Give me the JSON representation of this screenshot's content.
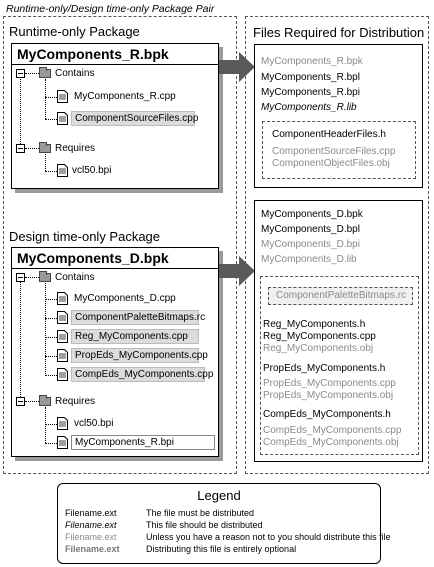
{
  "pair_caption": "Runtime-only/Design time-only Package Pair",
  "runtime": {
    "title": "Runtime-only Package",
    "package": "MyComponents_R.bpk",
    "contains_label": "Contains",
    "contains": [
      "MyComponents_R.cpp",
      "ComponentSourceFiles.cpp"
    ],
    "requires_label": "Requires",
    "requires": [
      "vcl50.bpi"
    ]
  },
  "design": {
    "title": "Design time-only Package",
    "package": "MyComponents_D.bpk",
    "contains_label": "Contains",
    "contains": [
      "MyComponents_D.cpp",
      "ComponentPaletteBitmaps.rc",
      "Reg_MyComponents.cpp",
      "PropEds_MyComponents.cpp",
      "CompEds_MyComponents.cpp"
    ],
    "requires_label": "Requires",
    "requires": [
      "vcl50.bpi",
      "MyComponents_R.bpi"
    ]
  },
  "distribution": {
    "title": "Files Required for Distribution",
    "runtime_files": [
      "MyComponents_R.bpk",
      "MyComponents_R.bpl",
      "MyComponents_R.bpi",
      "MyComponents_R.lib"
    ],
    "runtime_group": [
      "ComponentHeaderFiles.h",
      "ComponentSourceFiles.cpp",
      "ComponentObjectFiles.obj"
    ],
    "design_files": [
      "MyComponents_D.bpk",
      "MyComponents_D.bpl",
      "MyComponents_D.bpi",
      "MyComponents_D.lib"
    ],
    "design_palette": "ComponentPaletteBitmaps.rc",
    "reg": [
      "Reg_MyComponents.h",
      "Reg_MyComponents.cpp",
      "Reg_MyComponents.obj"
    ],
    "propeds": [
      "PropEds_MyComponents.h",
      "PropEds_MyComponents.cpp",
      "PropEds_MyComponents.obj"
    ],
    "compeds": [
      "CompEds_MyComponents.h",
      "CompEds_MyComponents.cpp",
      "CompEds_MyComponents.obj"
    ]
  },
  "legend": {
    "title": "Legend",
    "rows": [
      {
        "sample": "Filename.ext",
        "desc": "The file must be distributed"
      },
      {
        "sample": "Filename.ext",
        "desc": "This file should be distributed"
      },
      {
        "sample": "Filename.ext",
        "desc": "Unless you have a reason not to you should distribute this file"
      },
      {
        "sample": "Filename.ext",
        "desc": "Distributing this file is entirely optional"
      }
    ]
  }
}
